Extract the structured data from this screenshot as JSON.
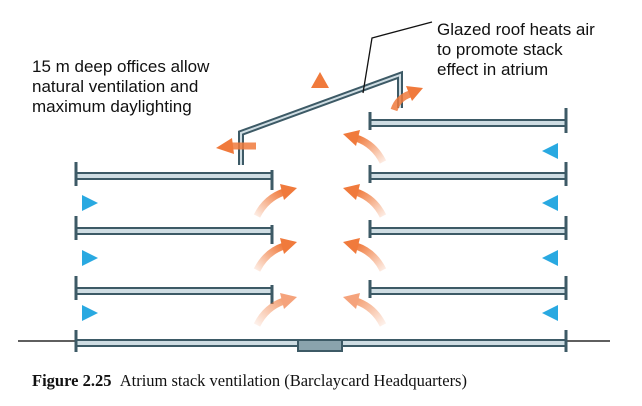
{
  "annotations": {
    "left": "15 m deep offices allow\nnatural ventilation and\nmaximum daylighting",
    "right": "Glazed roof heats air\nto promote stack\neffect in atrium"
  },
  "caption": {
    "label": "Figure 2.25",
    "text": "Atrium stack ventilation (Barclaycard Headquarters)"
  },
  "colors": {
    "structure": "#3d5a66",
    "floor_fill": "#cfdde3",
    "ground_line": "#2a2a2a",
    "cool_air": "#29a9e1",
    "warm_air": "#f07a3c"
  },
  "icons": {
    "incoming_air": "arrow-right-blue-icon",
    "rising_air": "curved-arrow-orange-icon"
  }
}
